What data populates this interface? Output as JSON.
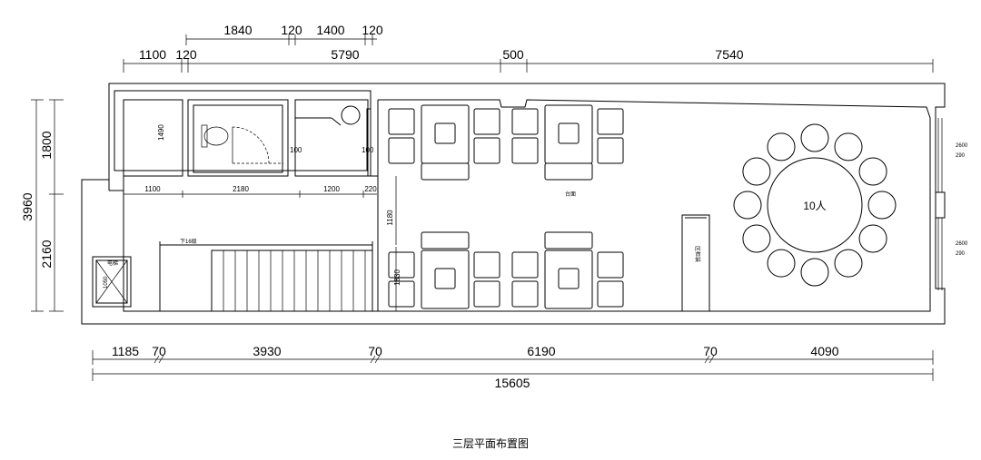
{
  "plan": {
    "caption": "三层平面布置图",
    "dims_top_row1": [
      "1840",
      "120",
      "1400",
      "120"
    ],
    "dims_top_row2": [
      "1100",
      "120",
      "5790",
      "500",
      "7540"
    ],
    "dims_left": [
      "3960",
      "1800",
      "2160"
    ],
    "dims_bottom_row1": [
      "1185",
      "70",
      "3930",
      "70",
      "6190",
      "70",
      "4090"
    ],
    "dims_bottom_total": "15605",
    "dims_inner": [
      "1100",
      "2180",
      "1200",
      "220",
      "1180",
      "1490",
      "100",
      "100",
      "1050",
      "1830"
    ],
    "labels": {
      "table_center": "台面",
      "stair": "下16级",
      "elevator": "电梯",
      "cabinet": "区柜装",
      "round_table": "10人",
      "win_top_a": "2600",
      "win_top_b": "290",
      "win_bot_a": "2600",
      "win_bot_b": "290"
    }
  }
}
